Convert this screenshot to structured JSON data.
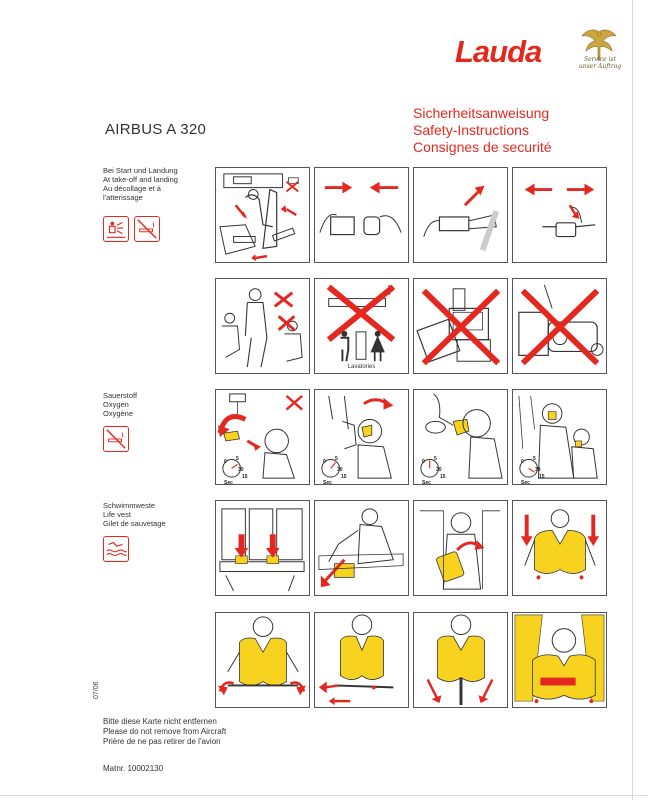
{
  "brand": {
    "logo_text": "Lauda",
    "emblem_caption": "Service ist unser Auftrag"
  },
  "aircraft": "AIRBUS A 320",
  "headline": [
    "Sicherheitsanweisung",
    "Safety-Instructions",
    "Consignes de securité"
  ],
  "sections": {
    "takeoff": [
      "Bei Start und Landung",
      "At take-off and landing",
      "Au décollage et à",
      "l'atterissage"
    ],
    "oxygen": [
      "Sauerstoff",
      "Oxygen",
      "Oxygène"
    ],
    "lifevest": [
      "Schwimmweste",
      "Life vest",
      "Gilet de sauvetage"
    ]
  },
  "panels": {
    "lavatories_label": "Lavatories",
    "timer": {
      "t0": "0",
      "t5": "5",
      "t30": "30",
      "t15": "15",
      "unit": "Sec"
    }
  },
  "icons": {
    "seatbelt_sign": "seatbelt-sign-icon",
    "no_smoking": "no-smoking-icon",
    "life_vest": "life-vest-water-icon"
  },
  "colors": {
    "accent_red": "#e5281f",
    "vest_yellow": "#f7d21e",
    "line_art": "#333333"
  },
  "footer": {
    "revision": "07/06",
    "notice": [
      "Bitte diese Karte nicht entfernen",
      "Please do not remove from Aircraft",
      "Prière de ne pas retirer de l'avion"
    ],
    "material_number": "Matnr. 10002130"
  }
}
